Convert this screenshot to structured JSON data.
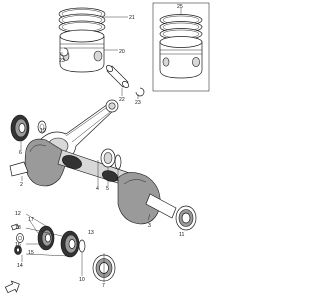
{
  "callouts": {
    "c21": "21",
    "c20": "20",
    "c23a": "23",
    "c22": "22",
    "c23b": "23",
    "c25": "25",
    "c19": "19",
    "c6": "6",
    "c2": "2",
    "c4": "4",
    "c5": "5",
    "c1": "1",
    "c3": "3",
    "c11": "11",
    "c12": "12",
    "c17": "17",
    "c18": "18",
    "c16": "16",
    "c15": "15",
    "c14": "14",
    "c10": "10",
    "c7": "7",
    "c13": "13"
  },
  "icons": {
    "front": "front-arrow-icon"
  }
}
